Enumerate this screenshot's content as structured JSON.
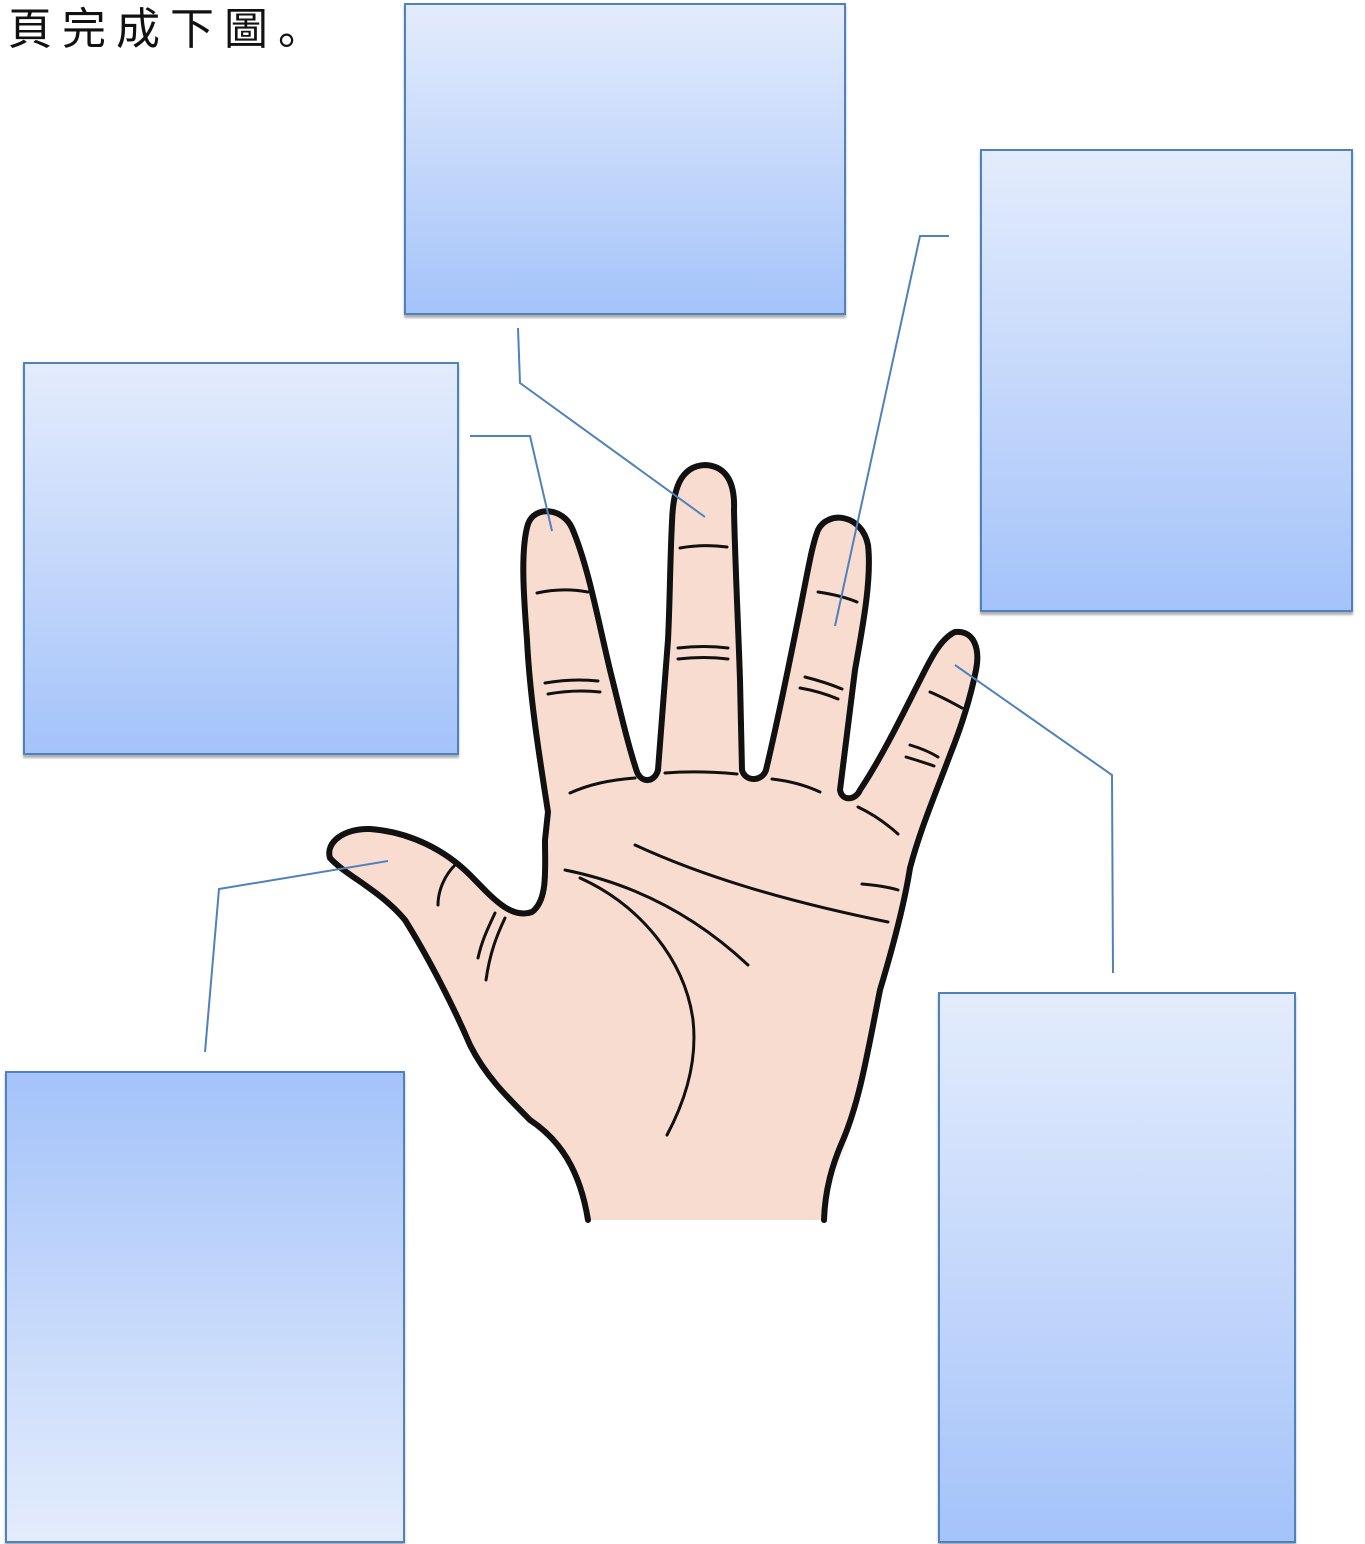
{
  "instruction_text": "頁完成下圖。",
  "colors": {
    "box_border": "#4f81bd",
    "box_gradient_light": "#e3ecfc",
    "box_gradient_dark": "#a4c3fa",
    "leader_line": "#4f81bd",
    "skin": "#f8dcd0",
    "outline": "#111111"
  },
  "diagram": {
    "subject": "hand-palm-outline",
    "label_boxes": [
      {
        "id": "middle",
        "text": ""
      },
      {
        "id": "ring",
        "text": ""
      },
      {
        "id": "index",
        "text": ""
      },
      {
        "id": "thumb",
        "text": ""
      },
      {
        "id": "little",
        "text": ""
      }
    ]
  }
}
